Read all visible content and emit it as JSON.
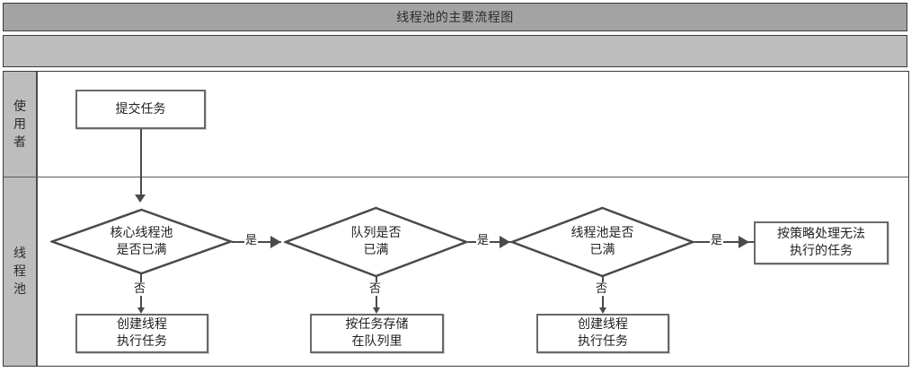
{
  "header": {
    "title": "线程池的主要流程图",
    "title_bg": "#a3a3a3",
    "subband_bg": "#bdbdbd"
  },
  "lanes": [
    {
      "label": "使\n用\n者",
      "name": "lane-user"
    },
    {
      "label": "线\n程\n池",
      "name": "lane-threadpool"
    }
  ],
  "flow": {
    "nodes": {
      "submit_task": "提交任务",
      "decision_core_pool_full": "核心线程池\n是否已满",
      "decision_queue_full": "队列是否\n已满",
      "decision_pool_full": "线程池是否\n已满",
      "reject_policy": "按策略处理无法\n执行的任务",
      "create_thread_run_1": "创建线程\n执行任务",
      "store_in_queue": "按任务存储\n在队列里",
      "create_thread_run_2": "创建线程\n执行任务"
    },
    "edge_labels": {
      "yes_1": "是",
      "yes_2": "是",
      "yes_3": "是",
      "no_1": "否",
      "no_2": "否",
      "no_3": "否"
    }
  },
  "colors": {
    "shape_border": "#696969",
    "connector": "#4a4a4a",
    "lane_bg": "#bdbdbd",
    "frame": "#3a3a3a"
  }
}
